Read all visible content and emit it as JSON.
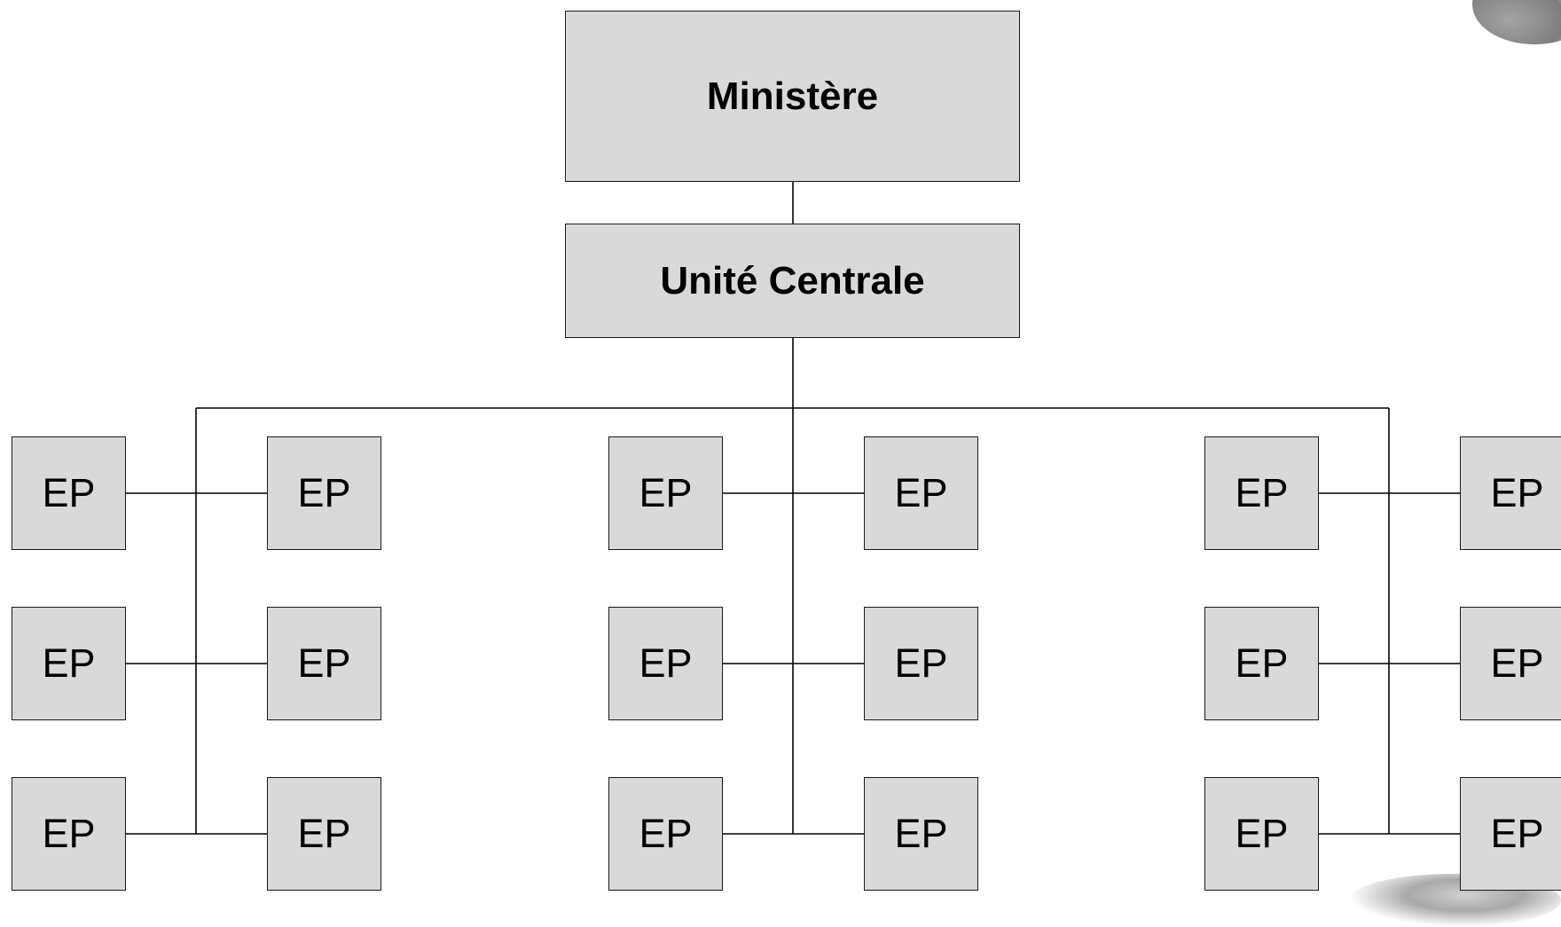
{
  "diagram": {
    "root": {
      "label": "Ministère"
    },
    "central": {
      "label": "Unité Centrale"
    },
    "groups": [
      {
        "left": [
          "EP",
          "EP",
          "EP"
        ],
        "right": [
          "EP",
          "EP",
          "EP"
        ]
      },
      {
        "left": [
          "EP",
          "EP",
          "EP"
        ],
        "right": [
          "EP",
          "EP",
          "EP"
        ]
      },
      {
        "left": [
          "EP",
          "EP",
          "EP"
        ],
        "right": [
          "EP",
          "EP",
          "EP"
        ]
      }
    ]
  },
  "colors": {
    "box_fill": "#d9d9d9",
    "box_border": "#1a1a1a",
    "connector": "#000000",
    "background": "#ffffff"
  }
}
